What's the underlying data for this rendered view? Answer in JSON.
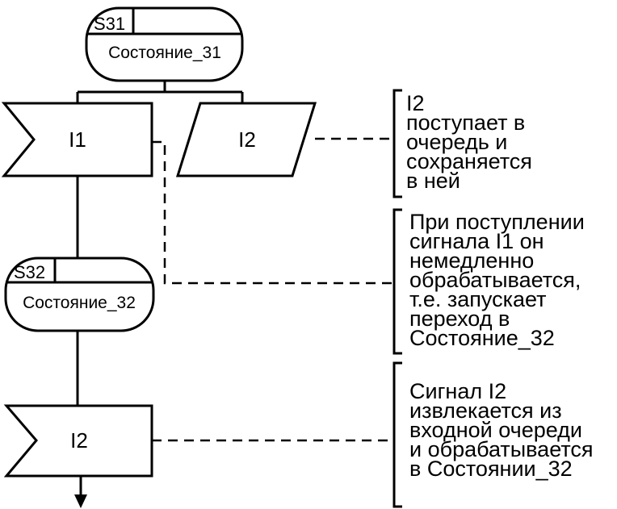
{
  "state_31": {
    "id": "S31",
    "name": "Состояние_31"
  },
  "state_32": {
    "id": "S32",
    "name": "Состояние_32"
  },
  "input_i1": {
    "label": "I1"
  },
  "save_i2": {
    "label": "I2"
  },
  "input_i2": {
    "label": "I2"
  },
  "notes": {
    "save_note": [
      "I2",
      "поступает в",
      "очередь и",
      "сохраняется",
      "в ней"
    ],
    "i1_note": [
      "При поступлении",
      "сигнала I1 он",
      "немедленно",
      "обрабатывается,",
      "т.е. запускает",
      "переход в",
      "Состояние_32"
    ],
    "i2_note": [
      "Сигнал I2",
      "извлекается из",
      "входной очереди",
      "и обрабатывается",
      "в Состоянии_32"
    ]
  }
}
